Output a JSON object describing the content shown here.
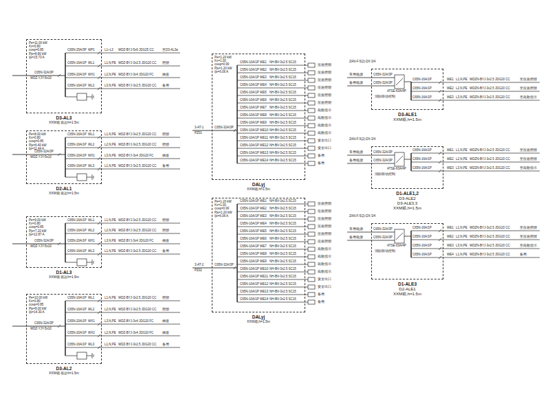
{
  "diagram": {
    "nodes": [
      {
        "text": [
          "D3-AL3",
          "XXM箱 底边h=1.5m",
          "Pe=11.00 kW",
          "Kx=0.80",
          "cosφ=0.85",
          "Pjs=8.80 kW",
          "Ijs=15.73 A"
        ]
      },
      {
        "text": [
          "D2-AL1",
          "XXM箱 底边h=1.5m",
          "Pe=8.00 kW",
          "Kx=0.80",
          "cosφ=0.85",
          "Pjs=6.40 kW",
          "Ijs=11.44 A"
        ]
      },
      {
        "text": [
          "D1-AL3",
          "XXM箱 底边h=1.5m",
          "Pe=9.00 kW",
          "Kx=0.80",
          "cosφ=0.85",
          "Pjs=7.20 kW",
          "Ijs=12.87 A"
        ]
      },
      {
        "text": [
          "D3-AL2",
          "XXM箱 底边h=1.5m",
          "Pe=10.00 kW",
          "Kx=0.80",
          "cosφ=0.85",
          "Pjs=8.00 kW",
          "Ijs=14.30 A"
        ]
      },
      {
        "text": [
          "DALyj",
          "XXM箱,h=1.5m",
          "Pe=1.20 kW",
          "Kx=1.00",
          "cosφ=0.90",
          "Pjs=1.20 kW",
          "Ijs=6.06 A"
        ]
      },
      {
        "text": [
          "DALyj",
          "XXM箱,h=1.5m",
          "Pe=1.20 kW",
          "Kx=1.00",
          "cosφ=0.90",
          "Pjs=1.20 kW",
          "Ijs=6.06 A"
        ]
      },
      {
        "text": [
          "D3-ALE1",
          "XXM箱,h=1.5m"
        ]
      },
      {
        "text": [
          "D1-ALE1,2",
          "D3-ALE2",
          "D3-ALE3,3",
          "XXM箱,h=1.5m"
        ]
      },
      {
        "text": [
          "D1-ALE3",
          "D2-ALE1",
          "XXM箱,h=1.5m"
        ]
      }
    ],
    "labels": [
      "C65N-32A/3P",
      "WDZ-YJY-5x10",
      "C65N-25A/3P",
      "WP1",
      "L1~L3",
      "WDZ-BYJ-5x6 JDG25 CC",
      "至D3-AL3a",
      "C65N-16A/1P",
      "WL1",
      "L1,N,PE",
      "WDZ-BYJ-3x2.5 JDG20 CC",
      "照明",
      "C65N-20A/1P",
      "WX1",
      "L2,N,PE",
      "WDZ-BYJ-3x4 JDG20 FC",
      "插座",
      "C65N-16A/1P",
      "WL2",
      "L3,N,PE",
      "WDZ-BYJ-3x2.5 JDG20 CC",
      "备用",
      "C65N-32A/3P",
      "WDZ-YJY-5x10",
      "C65N-16A/1P",
      "WL1",
      "L1,N,PE",
      "WDZ-BYJ-3x2.5 JDG20 CC",
      "照明",
      "C65N-16A/1P",
      "WL2",
      "L2,N,PE",
      "WDZ-BYJ-3x2.5 JDG20 CC",
      "照明",
      "C65N-20A/1P",
      "WX1",
      "L3,N,PE",
      "WDZ-BYJ-3x4 JDG20 FC",
      "插座",
      "C65N-16A/1P",
      "WL3",
      "L1,N,PE",
      "WDZ-BYJ-3x2.5 JDG20 CC",
      "备用",
      "C65N-32A/3P",
      "WDZ-YJY-5x10",
      "C65N-16A/1P",
      "WL1",
      "L1,N,PE",
      "WDZ-BYJ-3x2.5 JDG20 CC",
      "照明",
      "C65N-16A/1P",
      "WL2",
      "L2,N,PE",
      "WDZ-BYJ-3x2.5 JDG20 CC",
      "照明",
      "C65N-20A/1P",
      "WX1",
      "L3,N,PE",
      "WDZ-BYJ-3x4 JDG20 FC",
      "插座",
      "C65N-16A/1P",
      "WL3",
      "L1,N,PE",
      "WDZ-BYJ-3x2.5 JDG20 CC",
      "备用",
      "C65N-32A/3P",
      "WDZ-YJY-5x10",
      "C65N-16A/1P",
      "WL1",
      "L1,N,PE",
      "WDZ-BYJ-3x2.5 JDG20 CC",
      "照明",
      "C65N-16A/1P",
      "WL2",
      "L2,N,PE",
      "WDZ-BYJ-3x2.5 JDG20 CC",
      "照明",
      "C65N-20A/1P",
      "WX1",
      "L3,N,PE",
      "WDZ-BYJ-3x4 JDG20 FC",
      "插座",
      "C65N-20A/1P",
      "WX2",
      "L2,N,PE",
      "WDZ-BYJ-3x4 JDG20 FC",
      "插座",
      "C65N-16A/1P",
      "WL3",
      "L1,N,PE",
      "WDZ-BYJ-3x2.5 JDG20 CC",
      "备用",
      "3-AT-1",
      "PZ01",
      "C65N-32A/3P",
      "C65N-10A/1P",
      "WE1",
      "NH-BV-3x2.5 SC15",
      "应急照明",
      "C65N-10A/1P",
      "WE2",
      "NH-BV-3x2.5 SC15",
      "应急照明",
      "C65N-10A/1P",
      "WE3",
      "NH-BV-3x2.5 SC15",
      "应急照明",
      "C65N-10A/1P",
      "WE4",
      "NH-BV-3x2.5 SC15",
      "应急照明",
      "C65N-10A/1P",
      "WE5",
      "NH-BV-3x2.5 SC15",
      "应急照明",
      "C65N-10A/1P",
      "WE6",
      "NH-BV-3x2.5 SC15",
      "应急照明",
      "C65N-10A/1P",
      "WE7",
      "NH-BV-3x2.5 SC15",
      "疏散指示",
      "C65N-10A/1P",
      "WE8",
      "NH-BV-3x2.5 SC15",
      "疏散指示",
      "C65N-10A/1P",
      "WE9",
      "NH-BV-3x2.5 SC15",
      "疏散指示",
      "C65N-10A/1P",
      "WE10",
      "NH-BV-3x2.5 SC15",
      "疏散指示",
      "C65N-10A/1P",
      "WE11",
      "NH-BV-3x2.5 SC15",
      "安全出口",
      "C65N-10A/1P",
      "WE12",
      "NH-BV-3x2.5 SC15",
      "安全出口",
      "C65N-10A/1P",
      "WE13",
      "NH-BV-3x2.5 SC15",
      "备用",
      "C65N-10A/1P",
      "WE14",
      "NH-BV-3x2.5 SC15",
      "备用",
      "3-AT-2",
      "PZ02",
      "C65N-32A/3P",
      "C65N-10A/1P",
      "WE1",
      "NH-BV-3x2.5 SC15",
      "应急照明",
      "C65N-10A/1P",
      "WE2",
      "NH-BV-3x2.5 SC15",
      "应急照明",
      "C65N-10A/1P",
      "WE3",
      "NH-BV-3x2.5 SC15",
      "应急照明",
      "C65N-10A/1P",
      "WE4",
      "NH-BV-3x2.5 SC15",
      "应急照明",
      "C65N-10A/1P",
      "WE5",
      "NH-BV-3x2.5 SC15",
      "应急照明",
      "C65N-10A/1P",
      "WE6",
      "NH-BV-3x2.5 SC15",
      "应急照明",
      "C65N-10A/1P",
      "WE7",
      "NH-BV-3x2.5 SC15",
      "疏散指示",
      "C65N-10A/1P",
      "WE8",
      "NH-BV-3x2.5 SC15",
      "疏散指示",
      "C65N-10A/1P",
      "WE9",
      "NH-BV-3x2.5 SC15",
      "疏散指示",
      "C65N-10A/1P",
      "WE10",
      "NH-BV-3x2.5 SC15",
      "疏散指示",
      "C65N-10A/1P",
      "WE11",
      "NH-BV-3x2.5 SC15",
      "安全出口",
      "C65N-10A/1P",
      "WE12",
      "NH-BV-3x2.5 SC15",
      "安全出口",
      "C65N-10A/1P",
      "WE13",
      "NH-BV-3x2.5 SC15",
      "备用",
      "C65N-10A/1P",
      "WE14",
      "NH-BV-3x2.5 SC15",
      "备用",
      "ZAN-F-5(2)-DX-3/4",
      "常用电源",
      "备用电源",
      "C65N-32A/3P",
      "C65N-32A/3P",
      "ATSE-63A/4P",
      "消防联动控制",
      "C65N-16A/1P",
      "WE1",
      "L1,N,PE",
      "WDZN-BYJ-3x2.5 JDG20 CC",
      "至应急照明",
      "C65N-16A/1P",
      "WE2",
      "L2,N,PE",
      "WDZN-BYJ-3x2.5 JDG20 CC",
      "至应急照明",
      "C65N-16A/1P",
      "WE3",
      "L3,N,PE",
      "WDZN-BYJ-3x2.5 JDG20 CC",
      "至疏散指示",
      "ZAN-F-5(2)-DX-3/4",
      "常用电源",
      "备用电源",
      "C65N-32A/3P",
      "C65N-32A/3P",
      "ATSE-63A/4P",
      "消防联动控制",
      "C65N-16A/1P",
      "WE1",
      "L1,N,PE",
      "WDZN-BYJ-3x2.5 JDG20 CC",
      "至应急照明",
      "C65N-16A/1P",
      "WE2",
      "L2,N,PE",
      "WDZN-BYJ-3x2.5 JDG20 CC",
      "至应急照明",
      "C65N-16A/1P",
      "WE3",
      "L3,N,PE",
      "WDZN-BYJ-3x2.5 JDG20 CC",
      "至疏散指示",
      "ZAN-F-5(2)-DX-3/4",
      "常用电源",
      "备用电源",
      "C65N-32A/3P",
      "C65N-32A/3P",
      "ATSE-63A/4P",
      "消防联动控制",
      "C65N-16A/1P",
      "WE1",
      "L1,N,PE",
      "WDZN-BYJ-3x2.5 JDG20 CC",
      "至应急照明",
      "C65N-16A/1P",
      "WE2",
      "L2,N,PE",
      "WDZN-BYJ-3x2.5 JDG20 CC",
      "至应急照明",
      "C65N-16A/1P",
      "WE3",
      "L3,N,PE",
      "WDZN-BYJ-3x2.5 JDG20 CC",
      "至疏散指示",
      "C65N-16A/1P",
      "WE4",
      "L1,N,PE",
      "WDZN-BYJ-3x2.5 JDG20 CC",
      "备用"
    ]
  }
}
